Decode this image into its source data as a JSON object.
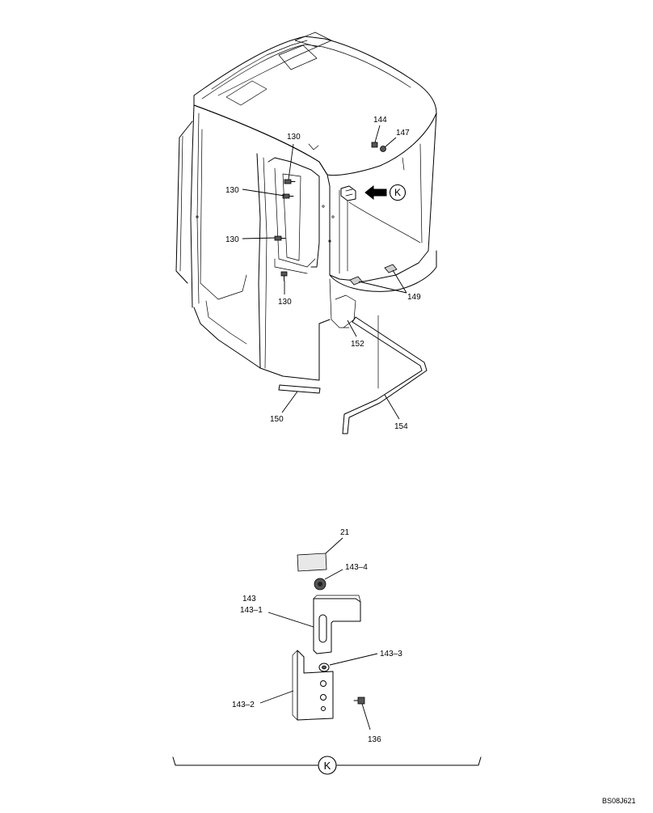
{
  "labels": {
    "l130a": "130",
    "l130b": "130",
    "l130c": "130",
    "l130d": "130",
    "l144": "144",
    "l147": "147",
    "l149": "149",
    "l152": "152",
    "l150": "150",
    "l154": "154",
    "l21": "21",
    "l143_4": "143–4",
    "l143": "143",
    "l143_1": "143–1",
    "l143_3": "143–3",
    "l143_2": "143–2",
    "l136": "136"
  },
  "view_marker": {
    "letter": "K"
  },
  "detail_marker": {
    "letter": "K"
  },
  "drawing_code": "BS08J621"
}
